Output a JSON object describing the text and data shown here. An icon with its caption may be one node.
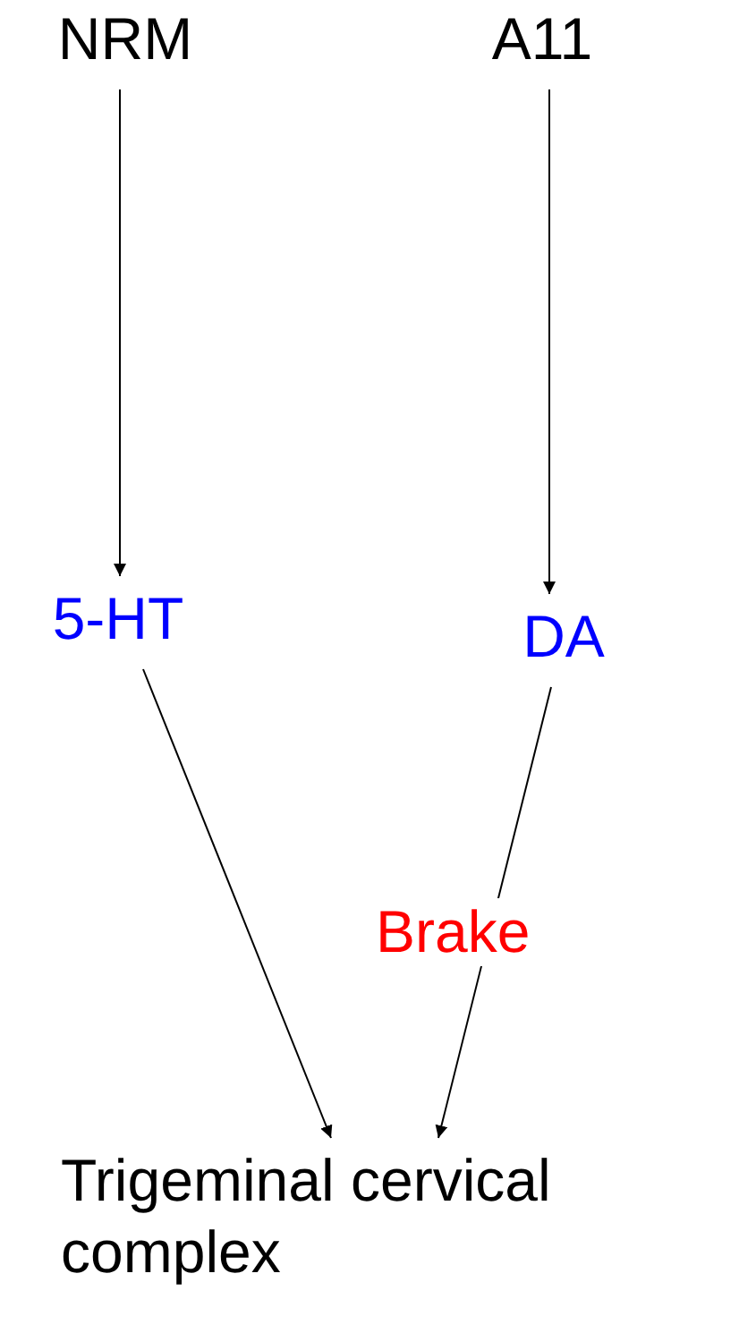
{
  "diagram": {
    "nodes": [
      {
        "text": [
          "NRM"
        ]
      },
      {
        "text": [
          "A11"
        ]
      },
      {
        "text": [
          "5-HT"
        ]
      },
      {
        "text": [
          "DA"
        ]
      },
      {
        "text": [
          "Trigeminal cervical complex"
        ]
      }
    ],
    "edges": [
      {
        "from": 0,
        "to": 2,
        "arrow": "to"
      },
      {
        "from": 1,
        "to": 3,
        "arrow": "to"
      },
      {
        "from": 2,
        "to": 4,
        "arrow": "to"
      },
      {
        "from": 3,
        "to": 4,
        "arrow": "to",
        "label": "Brake"
      }
    ]
  }
}
